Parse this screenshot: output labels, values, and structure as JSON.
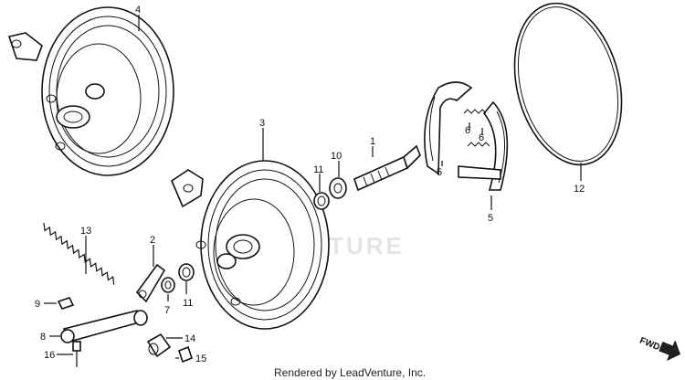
{
  "labels": {
    "p1": "1",
    "p2": "2",
    "p3": "3",
    "p4": "4",
    "p5a": "5",
    "p5b": "5",
    "p6a": "6",
    "p6b": "6",
    "p7": "7",
    "p8": "8",
    "p9": "9",
    "p10": "10",
    "p11a": "11",
    "p11b": "11",
    "p12": "12",
    "p13": "13",
    "p14": "14",
    "p15": "15",
    "p16": "16"
  },
  "watermark": "ENTURE",
  "credit": "Rendered by LeadVenture, Inc.",
  "direction_label": "FWD"
}
